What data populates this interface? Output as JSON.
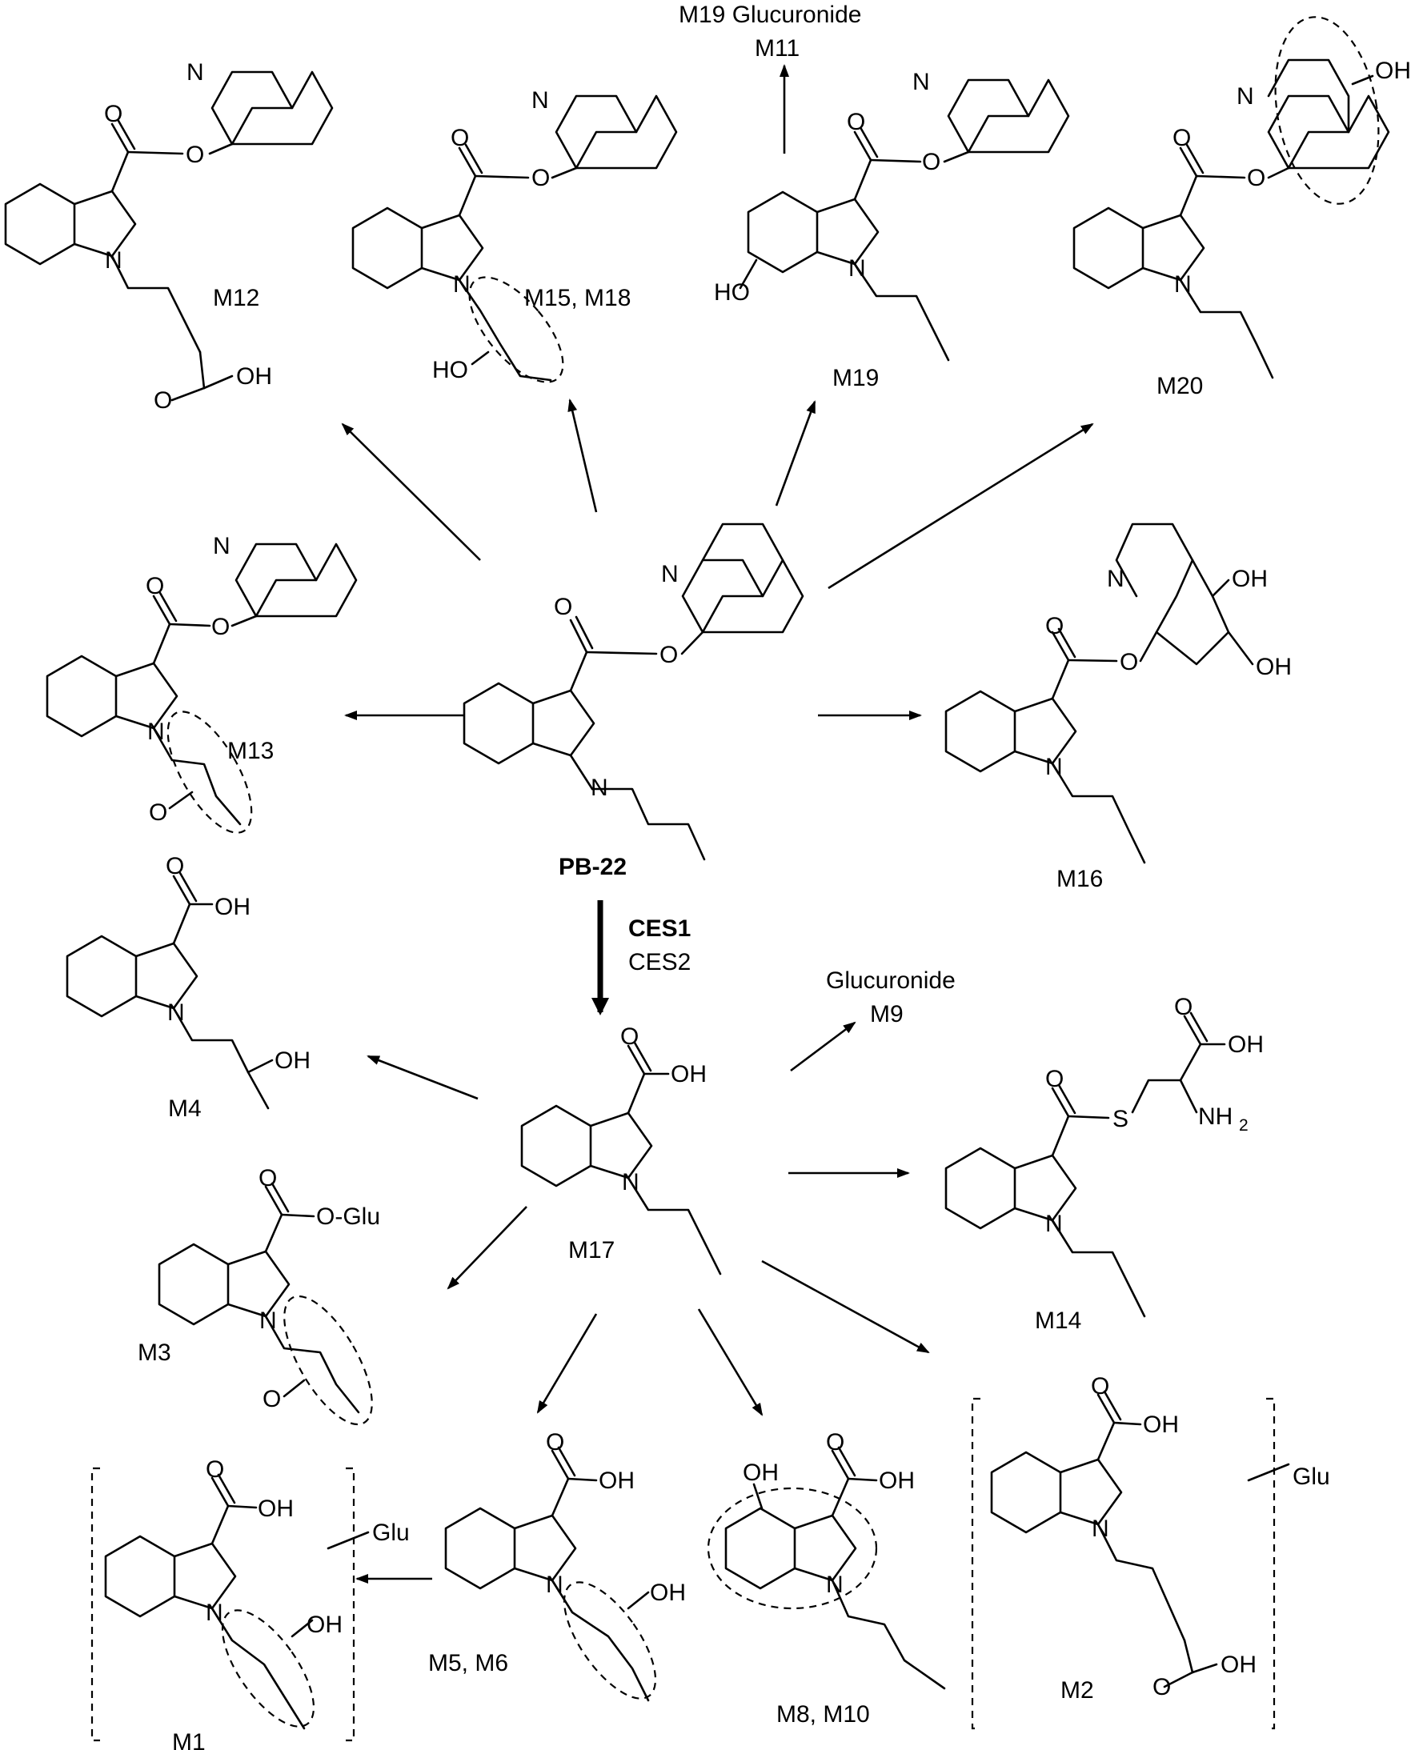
{
  "labels": {
    "pb22": "PB-22",
    "m12": "M12",
    "m15_m18": "M15, M18",
    "m19": "M19",
    "m19_glucuronide": "M19 Glucuronide",
    "m11": "M11",
    "m20": "M20",
    "m13": "M13",
    "m16": "M16",
    "ces1": "CES1",
    "ces2": "CES2",
    "m4": "M4",
    "m17": "M17",
    "glucuronide": "Glucuronide",
    "m9": "M9",
    "m14": "M14",
    "m3": "M3",
    "m2": "M2",
    "m1": "M1",
    "m5_m6": "M5, M6",
    "m8_m10": "M8, M10"
  },
  "atoms": {
    "n": "N",
    "o": "O",
    "oh": "OH",
    "ho": "HO",
    "s": "S",
    "nh2": "NH",
    "nh2_sub": "2",
    "o_glu": "O-Glu",
    "glu": "Glu"
  }
}
